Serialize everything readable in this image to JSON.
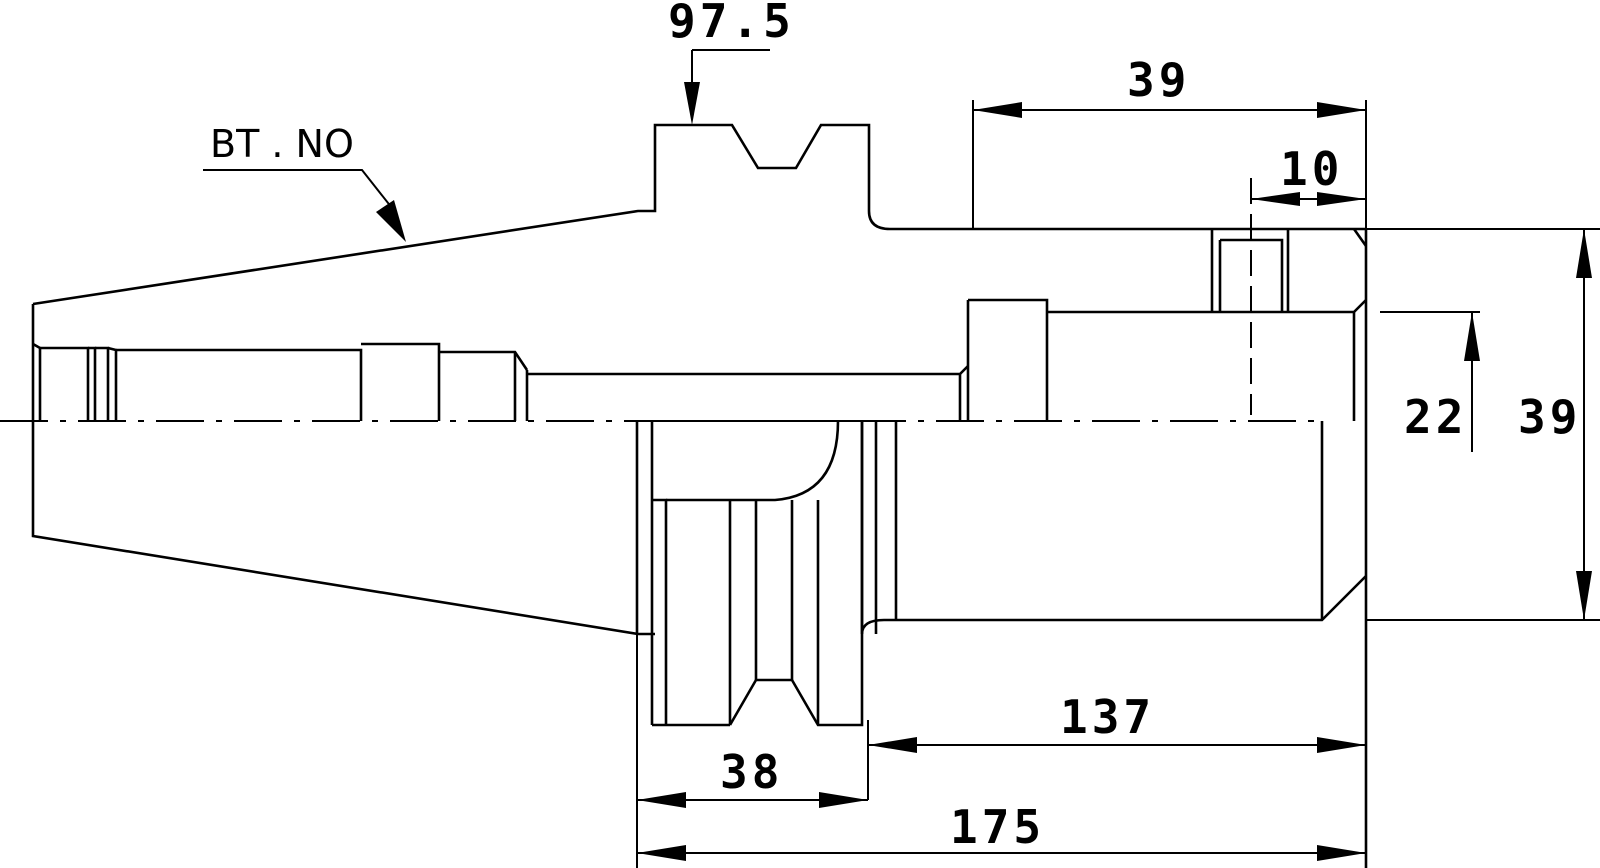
{
  "labels": {
    "bt_no": "BT . NO"
  },
  "dimensions": {
    "d_97_5": "97.5",
    "d_39_top": "39",
    "d_10": "10",
    "d_22": "22",
    "d_39_right": "39",
    "d_137": "137",
    "d_38": "38",
    "d_175": "175"
  }
}
